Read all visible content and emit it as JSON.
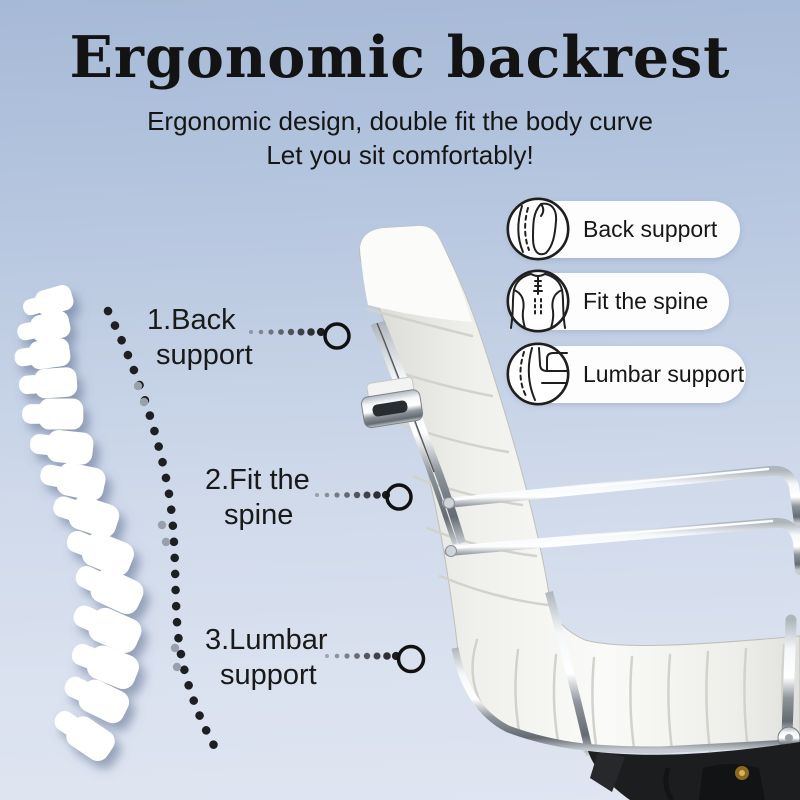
{
  "header": {
    "title": "Ergonomic backrest",
    "subtitle_line1": "Ergonomic design, double fit the body curve",
    "subtitle_line2": "Let you sit comfortably!"
  },
  "annotations": [
    {
      "line1": "1.Back",
      "line2": "support"
    },
    {
      "line1": "2.Fit the",
      "line2": "spine"
    },
    {
      "line1": "3.Lumbar",
      "line2": "support"
    }
  ],
  "features": [
    {
      "label": "Back support",
      "icon": "chair-backrest-side-icon"
    },
    {
      "label": "Fit the spine",
      "icon": "spine-back-icon"
    },
    {
      "label": "Lumbar support",
      "icon": "chair-lumbar-side-icon"
    }
  ],
  "colors": {
    "background_top": "#a9bcd8",
    "background_bottom": "#dfe5f1",
    "text": "#161616",
    "pill_background": "#fdfdfe",
    "line_art": "#1f1f1f",
    "chair_white": "#f4f4f1",
    "chrome": "#c9ced4",
    "mechanism_black": "#1c1d1f",
    "bolt_gold": "#a8821f"
  }
}
